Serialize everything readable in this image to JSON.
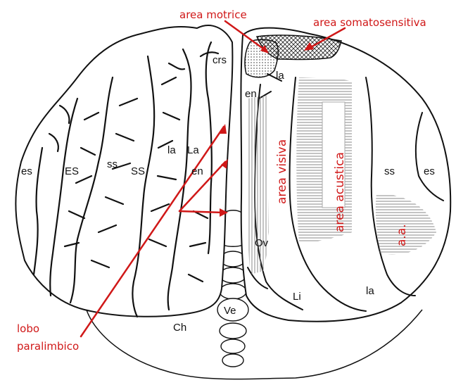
{
  "labels": {
    "area_motrice": "area motrice",
    "area_somatosensitiva": "area somatosensitiva",
    "area_visiva": "area visiva",
    "area_acustica": "area acustica",
    "aa": "a.a.",
    "lobo": "lobo",
    "paralimbico": "paralimbico",
    "crs": "crs",
    "es_left": "es",
    "ES": "ES",
    "ss_left": "ss",
    "SS": "SS",
    "la_left": "la",
    "La": "La",
    "en_left": "en",
    "la_right": "la",
    "en_right": "en",
    "ss_right": "ss",
    "es_right": "es",
    "Ov": "Ov",
    "Li": "Li",
    "la_bottom": "la",
    "Ve": "Ve",
    "Ch": "Ch"
  },
  "colors": {
    "outline": "#111111",
    "annotation": "#d01818",
    "hatch": "#8a8a8a"
  }
}
